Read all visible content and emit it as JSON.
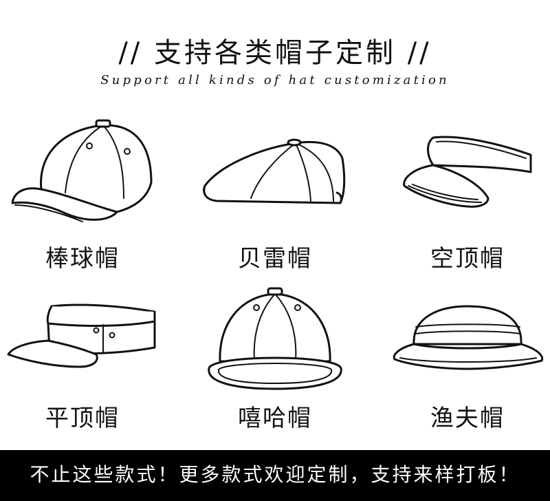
{
  "header": {
    "title": "// 支持各类帽子定制 //",
    "subtitle": "Support all kinds of hat customization"
  },
  "hats": [
    {
      "label": "棒球帽",
      "icon": "baseball-cap-icon"
    },
    {
      "label": "贝雷帽",
      "icon": "beret-icon"
    },
    {
      "label": "空顶帽",
      "icon": "visor-icon"
    },
    {
      "label": "平顶帽",
      "icon": "flat-cap-icon"
    },
    {
      "label": "嘻哈帽",
      "icon": "snapback-cap-icon"
    },
    {
      "label": "渔夫帽",
      "icon": "bucket-hat-icon"
    }
  ],
  "footer": {
    "text": "不止这些款式！更多款式欢迎定制，支持来样打板！"
  }
}
